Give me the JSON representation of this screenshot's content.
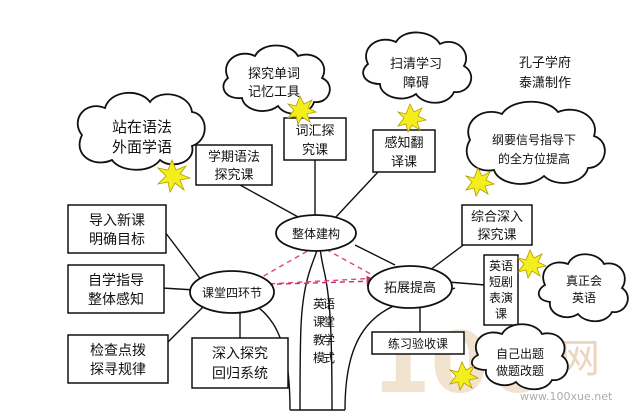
{
  "colors": {
    "line": "#111111",
    "star": "#f4ef1c",
    "dashed_triangle": "#e0457a",
    "arrow": "#c0307a",
    "watermark": "#d8b48a"
  },
  "title_box": {
    "line1": "孔子学府",
    "line2": "泰潇制作"
  },
  "trunk_label": [
    "英",
    "语",
    "课",
    "堂",
    "教",
    "学",
    "模",
    "式"
  ],
  "center": {
    "overall": "整体建构",
    "classroom": "课堂四环节",
    "extension": "拓展提高"
  },
  "left_boxes": [
    {
      "line1": "导入新课",
      "line2": "明确目标"
    },
    {
      "line1": "自学指导",
      "line2": "整体感知"
    },
    {
      "line1": "检查点拨",
      "line2": "探寻规律"
    },
    {
      "line1": "深入探究",
      "line2": "回归系统"
    }
  ],
  "top_boxes": [
    {
      "line1": "学期语法",
      "line2": "探究课"
    },
    {
      "line1": "词汇探",
      "line2": "究课"
    },
    {
      "line1": "感知翻",
      "line2": "译课"
    }
  ],
  "right_boxes": [
    {
      "line1": "综合深入",
      "line2": "探究课"
    },
    {
      "lines": [
        "英语",
        "短剧",
        "表演",
        "课"
      ]
    },
    {
      "line1": "练习验收课"
    }
  ],
  "clouds": [
    {
      "line1": "站在语法",
      "line2": "外面学语"
    },
    {
      "line1": "探究单词",
      "line2": "记忆工具"
    },
    {
      "line1": "扫清学习",
      "line2": "障碍"
    },
    {
      "line1": "纲要信号指导下",
      "line2": "的全方位提高"
    },
    {
      "line1": "真正会",
      "line2": "英语"
    },
    {
      "line1": "自己出题",
      "line2": "做题改题"
    }
  ],
  "watermark": {
    "main": "100",
    "sub": "学网",
    "url": "www.100xue.net"
  }
}
